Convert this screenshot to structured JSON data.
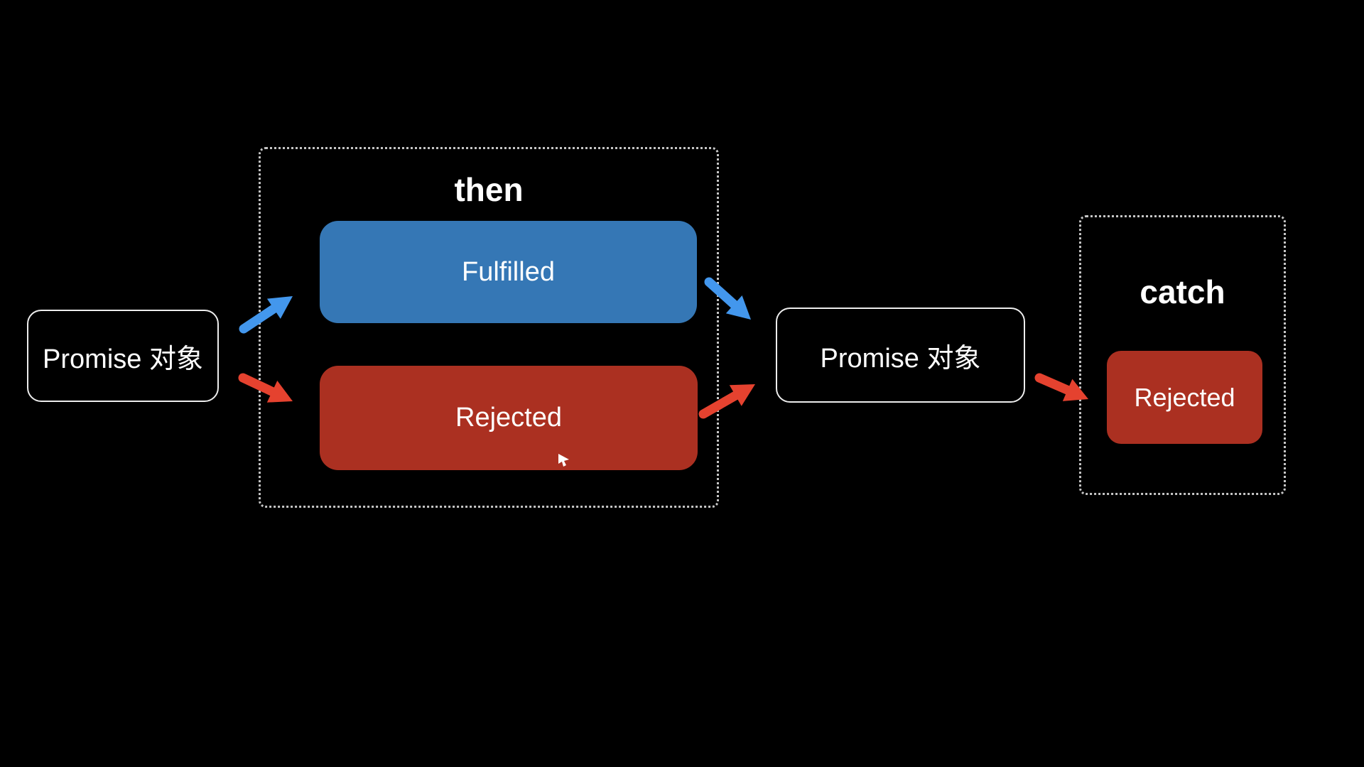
{
  "diagram": {
    "kind": "promise-flow",
    "nodes": {
      "promise_source": {
        "label": "Promise 对象"
      },
      "promise_result": {
        "label": "Promise 对象"
      },
      "fulfilled": {
        "label": "Fulfilled"
      },
      "rejected_then": {
        "label": "Rejected"
      },
      "rejected_catch": {
        "label": "Rejected"
      }
    },
    "groups": {
      "then": {
        "title": "then"
      },
      "catch": {
        "title": "catch"
      }
    },
    "edges": [
      {
        "from": "promise_source",
        "to": "fulfilled",
        "color": "#4397ed"
      },
      {
        "from": "promise_source",
        "to": "rejected_then",
        "color": "#e5422f"
      },
      {
        "from": "fulfilled",
        "to": "promise_result",
        "color": "#4397ed"
      },
      {
        "from": "rejected_then",
        "to": "promise_result",
        "color": "#e5422f"
      },
      {
        "from": "promise_result",
        "to": "rejected_catch",
        "color": "#e5422f"
      }
    ]
  },
  "colors": {
    "background": "#000000",
    "fulfilled_blue": "#3577b5",
    "rejected_red": "#ab3021",
    "arrow_blue": "#4397ed",
    "arrow_red": "#e5422f",
    "box_border": "#ededed",
    "dotted_border": "#c6c6c6",
    "text": "#ffffff",
    "cursor": "#ffffff"
  }
}
